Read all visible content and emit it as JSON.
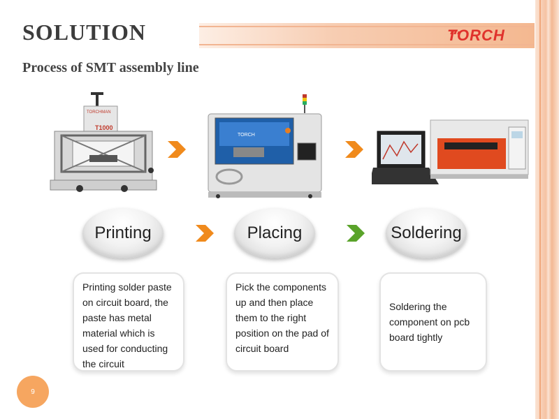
{
  "header": {
    "title": "SOLUTION",
    "subtitle": "Process of SMT assembly line",
    "logo_text": "TORCH"
  },
  "machines": {
    "printer_label": "T1000",
    "printer_brand": "TORCHMAN",
    "placer_label": "TORCH"
  },
  "steps": [
    {
      "label": "Printing",
      "description": "Printing solder paste on circuit board, the paste has metal material which is used for conducting the circuit"
    },
    {
      "label": "Placing",
      "description": "Pick the components up and then place them to the right position on the pad of circuit board"
    },
    {
      "label": "Soldering",
      "description": "Soldering the component on pcb board tightly"
    }
  ],
  "arrow_colors": [
    "#f08a1c",
    "#f08a1c",
    "#f08a1c",
    "#5aa32a"
  ],
  "theme": {
    "accent": "#f6a660",
    "logo_color": "#e0322c",
    "title_color": "#3c3c3c"
  },
  "footer": {
    "page_number": "9"
  }
}
